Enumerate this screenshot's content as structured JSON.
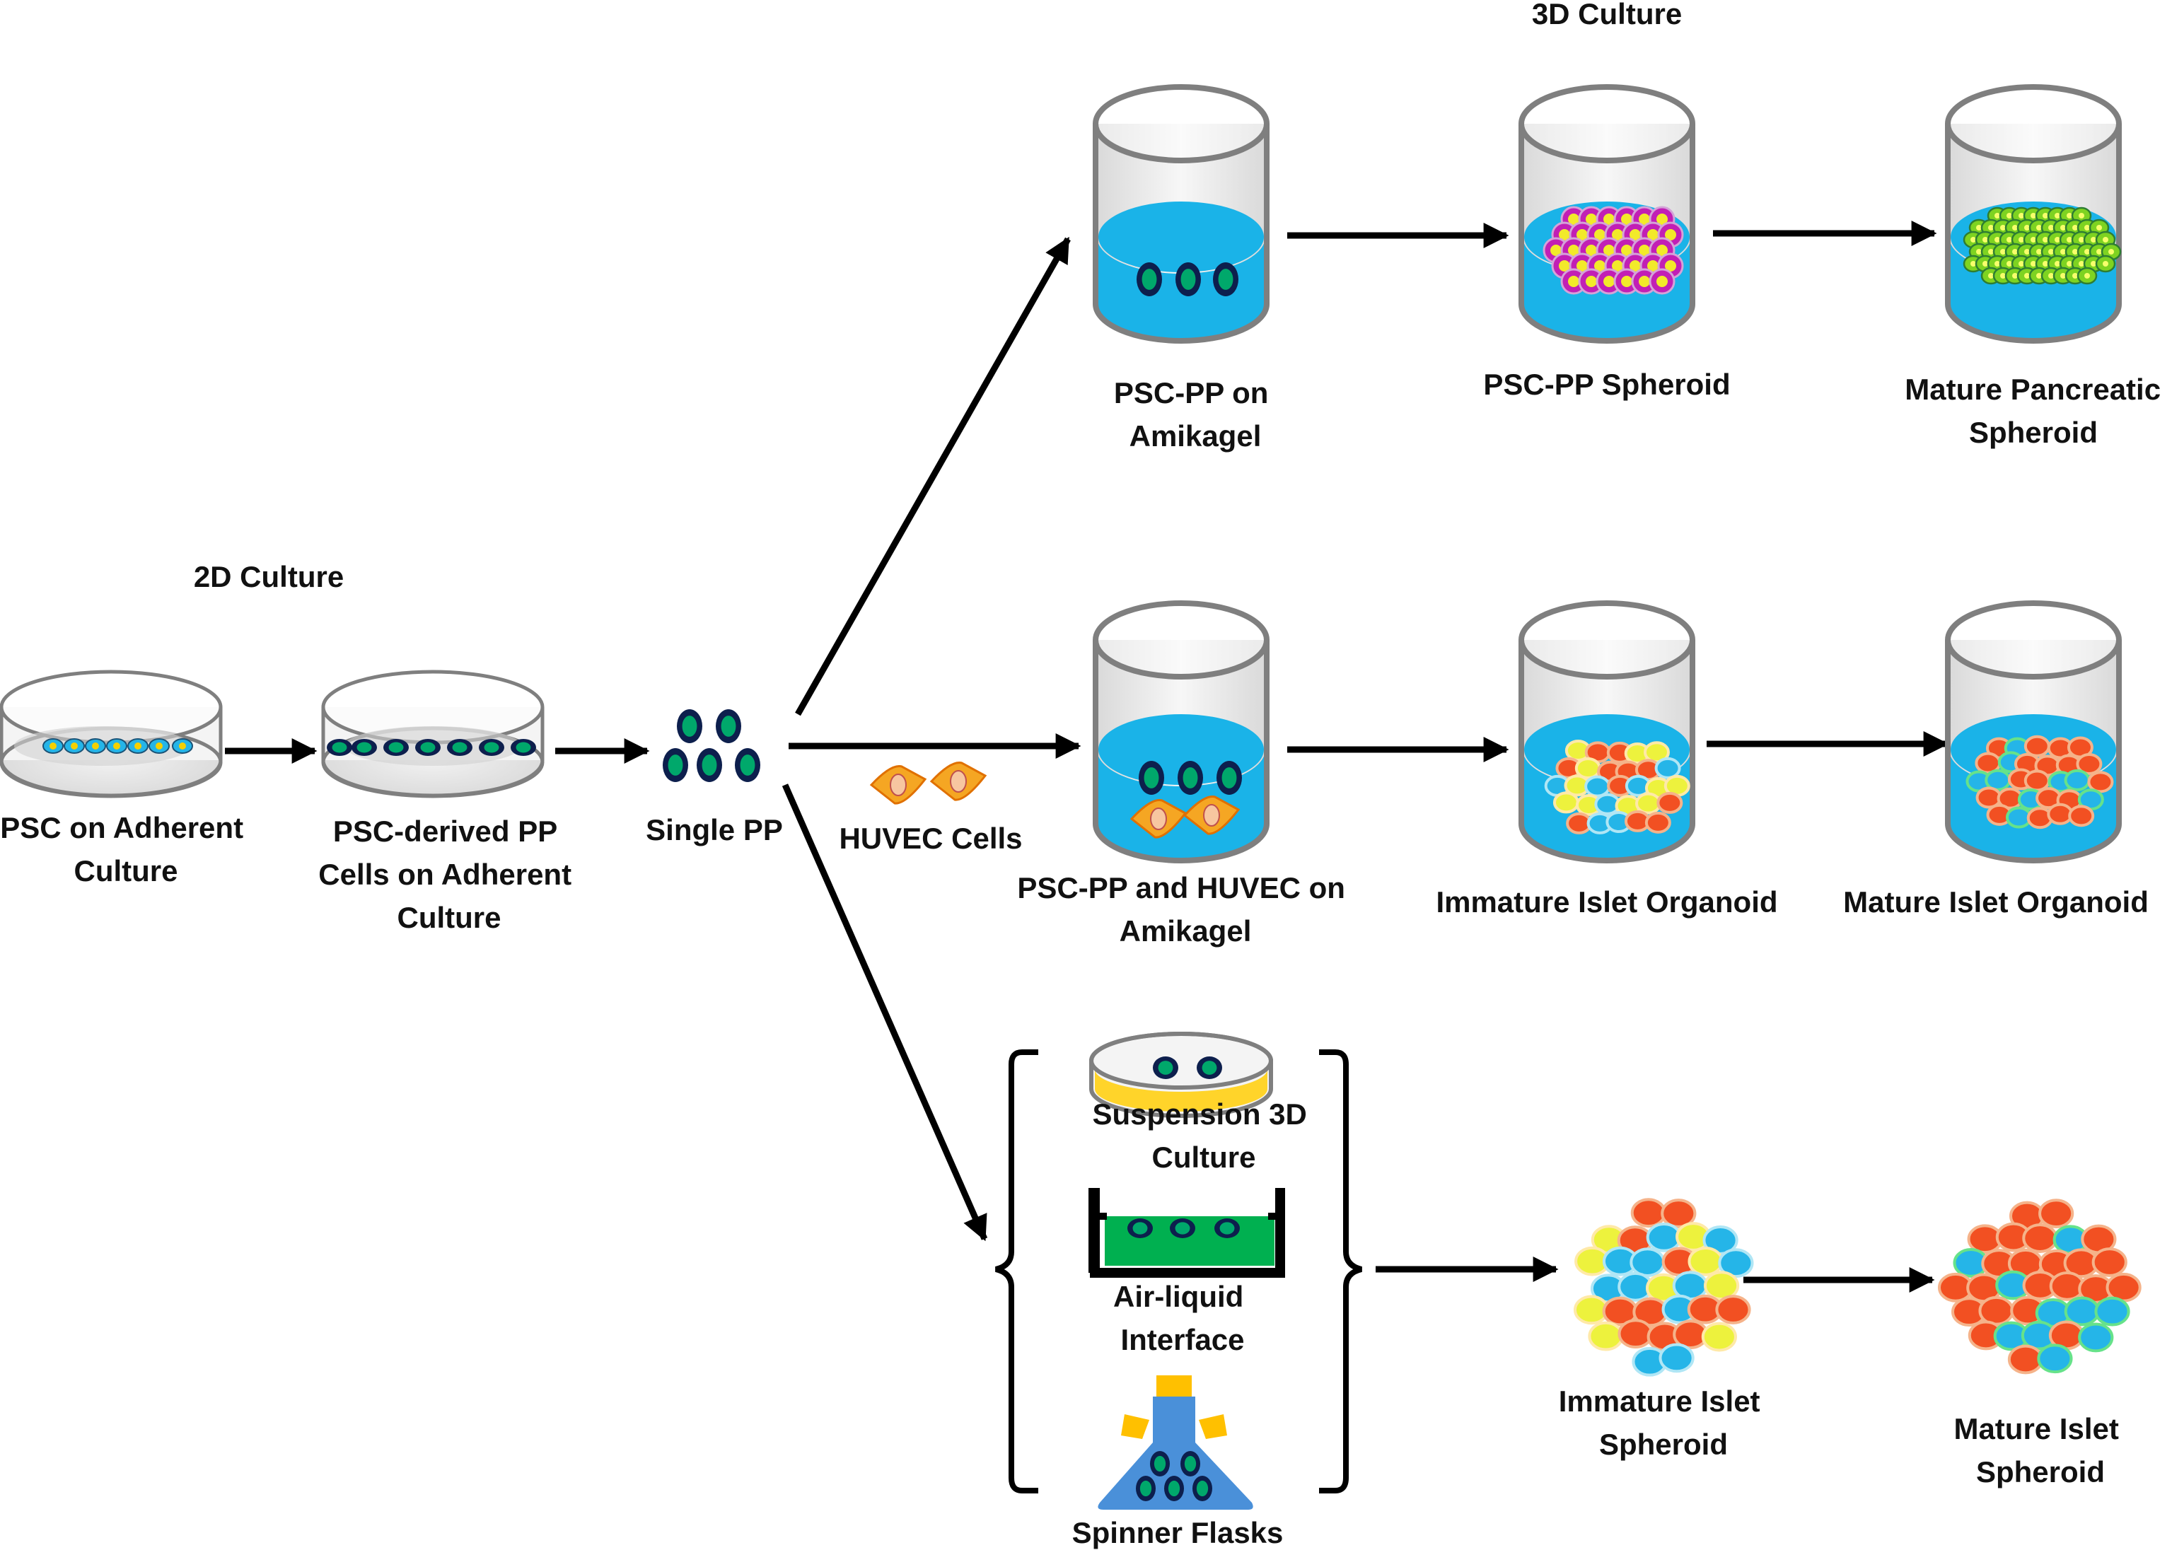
{
  "headings": {
    "culture_2d": "2D Culture",
    "culture_3d": "3D Culture"
  },
  "labels": {
    "psc_adherent": [
      "PSC on Adherent",
      "Culture"
    ],
    "psc_derived_pp": [
      "PSC-derived PP",
      "Cells on Adherent",
      "Culture"
    ],
    "single_pp": [
      "Single PP"
    ],
    "huvec_cells": [
      "HUVEC Cells"
    ],
    "pscpp_amikagel": [
      "PSC-PP  on",
      "Amikagel"
    ],
    "pscpp_spheroid": [
      "PSC-PP Spheroid"
    ],
    "mature_pancreatic": [
      "Mature Pancreatic",
      "Spheroid"
    ],
    "pscpp_huvec_amikagel": [
      "PSC-PP and HUVEC on",
      "Amikagel"
    ],
    "immature_organoid": [
      "Immature Islet Organoid"
    ],
    "mature_organoid": [
      "Mature Islet Organoid"
    ],
    "suspension_3d": [
      "Suspension 3D",
      "Culture"
    ],
    "air_liquid": [
      "Air-liquid",
      "Interface"
    ],
    "spinner_flasks": [
      "Spinner Flasks"
    ],
    "immature_spheroid": [
      "Immature Islet",
      "Spheroid"
    ],
    "mature_spheroid": [
      "Mature Islet",
      "Spheroid"
    ]
  },
  "colors": {
    "medium_blue": "#1ab3e8",
    "cell_navy": "#0d1f4d",
    "cell_green": "#00a86b",
    "cell_magenta": "#c21fb5",
    "cell_yellow": "#f2ea2a",
    "islet_orange": "#f25022",
    "islet_cyan": "#25b5e8",
    "islet_yellow": "#edf23d",
    "huvec_orange": "#f5a623",
    "suspension_yellow": "#ffd42a",
    "ali_green": "#00b050",
    "flask_blue": "#4a90d9",
    "flask_cap": "#ffc000",
    "dish_gray": "#7f7f7f"
  }
}
